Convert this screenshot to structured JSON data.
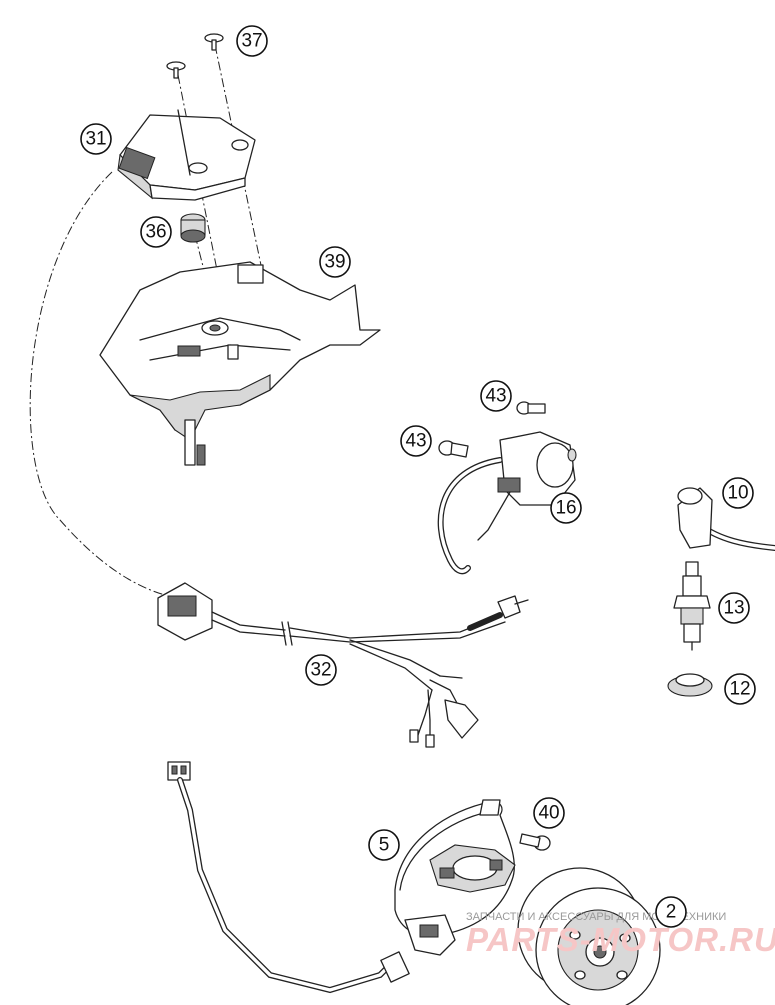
{
  "callouts": [
    {
      "id": "c37",
      "label": "37"
    },
    {
      "id": "c31",
      "label": "31"
    },
    {
      "id": "c36",
      "label": "36"
    },
    {
      "id": "c39",
      "label": "39"
    },
    {
      "id": "c43a",
      "label": "43"
    },
    {
      "id": "c43b",
      "label": "43"
    },
    {
      "id": "c16",
      "label": "16"
    },
    {
      "id": "c10",
      "label": "10"
    },
    {
      "id": "c13",
      "label": "13"
    },
    {
      "id": "c12",
      "label": "12"
    },
    {
      "id": "c32",
      "label": "32"
    },
    {
      "id": "c40",
      "label": "40"
    },
    {
      "id": "c5",
      "label": "5"
    },
    {
      "id": "c2",
      "label": "2"
    }
  ],
  "watermark": {
    "caption": "ЗАПЧАСТИ И АКСЕССУАРЫ ДЛЯ МОТОТЕХНИКИ",
    "brand": "PARTS-MOTOR.RU"
  }
}
